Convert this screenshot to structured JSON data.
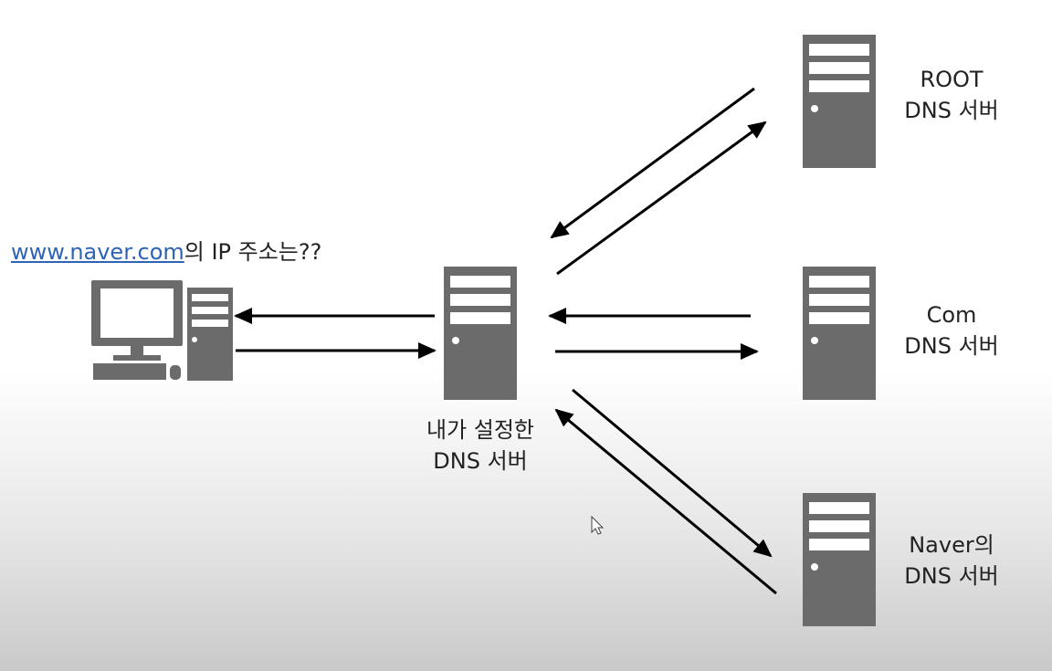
{
  "question": {
    "link": "www.naver.com",
    "rest": "의 IP 주소는??"
  },
  "local_server": {
    "line1": "내가 설정한",
    "line2": "DNS 서버"
  },
  "root_server": {
    "line1": "ROOT",
    "line2": "DNS 서버"
  },
  "com_server": {
    "line1": "Com",
    "line2": "DNS 서버"
  },
  "naver_server": {
    "line1": "Naver의",
    "line2": "DNS 서버"
  },
  "colors": {
    "server": "#6b6b6b",
    "arrow": "#000000",
    "link": "#2f64b5"
  },
  "icons": [
    "desktop-computer-icon",
    "server-icon",
    "mouse-cursor-icon"
  ]
}
